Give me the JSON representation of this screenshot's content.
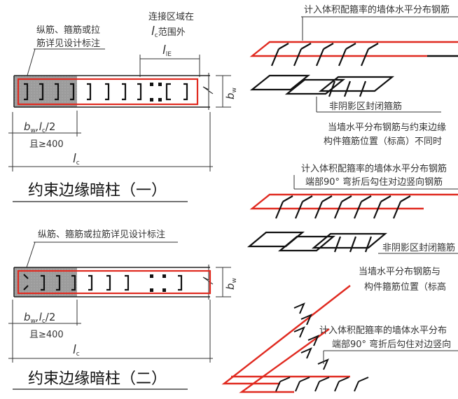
{
  "diagram1": {
    "note": "纵筋、箍筋或拉筋详见设计标注",
    "conn_line1": "连接区域在",
    "conn_lc": "l",
    "conn_lc_sub": "c",
    "conn_line2": "范围外",
    "lle": "l",
    "lle_sub": "lE",
    "bw": "b",
    "bw_sub": "w",
    "dim_bw_lc": "b",
    "dim_bw_lc_sub": "w",
    "dim_bw_lc_mid": ",l",
    "dim_bw_lc_sub2": "c",
    "dim_bw_lc_end": "/2",
    "dim_min": "且≥400",
    "dim_lc": "l",
    "dim_lc_sub": "c",
    "title": "约束边缘暗柱（一）"
  },
  "diagram2": {
    "note": "纵筋、箍筋或拉筋详见设计标注",
    "bw": "b",
    "bw_sub": "w",
    "dim_bw_lc": "b",
    "dim_bw_lc_sub": "w",
    "dim_bw_lc_mid": ",l",
    "dim_bw_lc_sub2": "c",
    "dim_bw_lc_end": "/2",
    "dim_min": "且≥400",
    "dim_lc": "l",
    "dim_lc_sub": "c",
    "title": "约束边缘暗柱（二）"
  },
  "iso1": {
    "label_top": "计入体积配箍率的墙体水平分布钢筋",
    "label_closed": "非阴影区封闭箍筋",
    "note_line1": "当墙水平分布钢筋与约束边缘",
    "note_line2": "构件箍筋位置（标高）不同时"
  },
  "iso2": {
    "label_top": "计入体积配箍率的墙体水平分布钢筋",
    "label_hook": "端部90° 弯折后勾住对边竖向钢筋",
    "label_closed": "非阴影区封闭箍筋",
    "note_line1": "当墙水平分布钢筋与",
    "note_line2": "构件箍筋位置（标高"
  },
  "iso3": {
    "label_top": "计入体积配箍率的墙体水平分布",
    "label_hook": "端部90° 弯折后勾住对边竖向"
  },
  "colors": {
    "red": "#e02a20",
    "black": "#1a1a1a",
    "shade": "#9a9a9a"
  }
}
